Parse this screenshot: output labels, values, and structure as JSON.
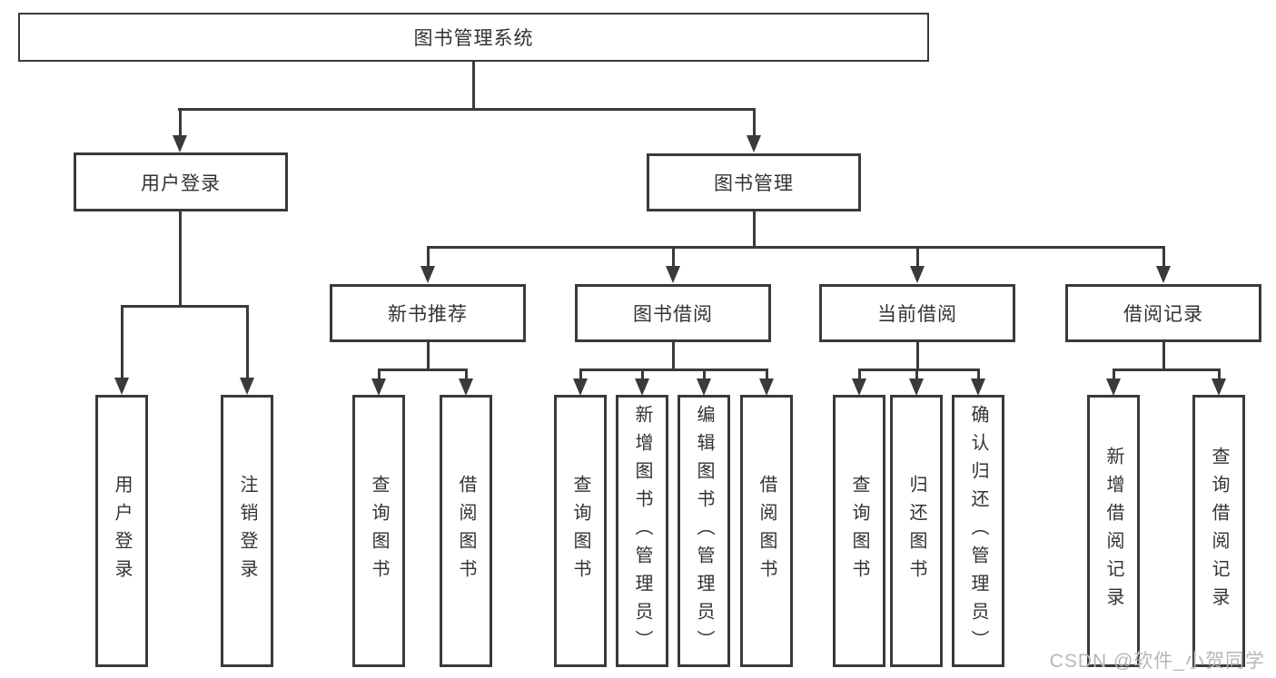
{
  "nodes": {
    "root": "图书管理系统",
    "user_login": "用户登录",
    "book_management": "图书管理",
    "new_book_recommend": "新书推荐",
    "book_borrow": "图书借阅",
    "current_borrow": "当前借阅",
    "borrow_records": "借阅记录"
  },
  "leaves": {
    "user_login": "用户登录",
    "logout": "注销登录",
    "nb_query_books": "查询图书",
    "nb_borrow_books": "借阅图书",
    "bb_query_books": "查询图书",
    "bb_add_books": "新增图书（管理员）",
    "bb_edit_books": "编辑图书（管理员）",
    "bb_borrow_books": "借阅图书",
    "cb_query_books": "查询图书",
    "cb_return_books": "归还图书",
    "cb_confirm_return": "确认归还（管理员）",
    "br_add_record": "新增借阅记录",
    "br_query_record": "查询借阅记录"
  },
  "watermark": "CSDN @软件_小贺同学",
  "colors": {
    "line": "#3a3a3a",
    "text": "#333333",
    "background": "#ffffff",
    "watermark": "#b4b8bc"
  }
}
